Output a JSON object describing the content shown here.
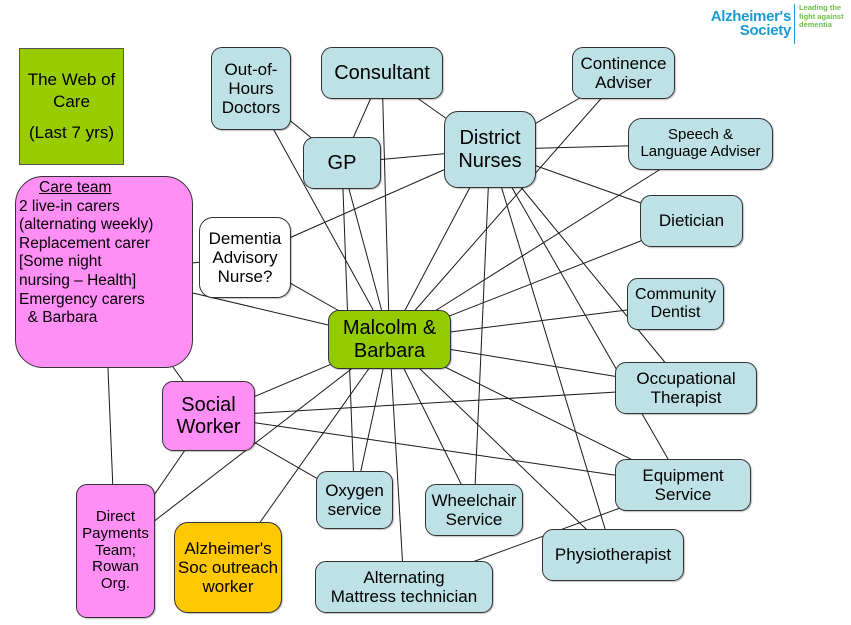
{
  "logo": {
    "name_line1": "Alzheimer's",
    "name_line2": "Society",
    "tagline": [
      "Leading the",
      "fight against",
      "dementia"
    ],
    "brand_color": "#1b9ad6",
    "tagline_color": "#6cc04a"
  },
  "title": {
    "line1": "The Web of",
    "line2": "Care",
    "line3": "(Last 7 yrs)"
  },
  "care_team": {
    "heading": "Care team",
    "lines": [
      "2 live-in carers",
      "(alternating weekly)",
      "Replacement carer",
      "[Some night",
      "nursing – Health]",
      "Emergency carers",
      "  & Barbara"
    ]
  },
  "colors": {
    "service": "#bde1e5",
    "social": "#ff8ef5",
    "center": "#92cc00",
    "alzheimers": "#ffc800",
    "unknown": "#ffffff",
    "title": "#99cc00"
  },
  "nodes": {
    "out_of_hours": [
      "Out-of-",
      "Hours",
      "Doctors"
    ],
    "consultant": [
      "Consultant"
    ],
    "continence": [
      "Continence",
      "Adviser"
    ],
    "gp": [
      "GP"
    ],
    "district_nurses": [
      "District",
      "Nurses"
    ],
    "speech": [
      "Speech &",
      "Language Adviser"
    ],
    "dietician": [
      "Dietician"
    ],
    "dementia_nurse": [
      "Dementia",
      "Advisory",
      "Nurse?"
    ],
    "center": [
      "Malcolm &",
      "Barbara"
    ],
    "dentist": [
      "Community",
      "Dentist"
    ],
    "social_worker": [
      "Social",
      "Worker"
    ],
    "ot": [
      "Occupational",
      "Therapist"
    ],
    "equipment": [
      "Equipment",
      "Service"
    ],
    "oxygen": [
      "Oxygen",
      "service"
    ],
    "wheelchair": [
      "Wheelchair",
      "Service"
    ],
    "direct_payments": [
      "Direct",
      "Payments",
      "Team;",
      "Rowan",
      "Org."
    ],
    "alz_outreach": [
      "Alzheimer's",
      "Soc outreach",
      "worker"
    ],
    "physio": [
      "Physiotherapist"
    ],
    "mattress": [
      "Alternating",
      "Mattress technician"
    ]
  },
  "connections": [
    [
      "out_of_hours",
      "gp"
    ],
    [
      "out_of_hours",
      "center"
    ],
    [
      "consultant",
      "gp"
    ],
    [
      "consultant",
      "center"
    ],
    [
      "consultant",
      "district_nurses"
    ],
    [
      "gp",
      "district_nurses"
    ],
    [
      "gp",
      "center"
    ],
    [
      "gp",
      "oxygen"
    ],
    [
      "continence",
      "district_nurses"
    ],
    [
      "continence",
      "center"
    ],
    [
      "district_nurses",
      "speech"
    ],
    [
      "district_nurses",
      "dietician"
    ],
    [
      "district_nurses",
      "dementia_nurse"
    ],
    [
      "district_nurses",
      "center"
    ],
    [
      "district_nurses",
      "wheelchair"
    ],
    [
      "district_nurses",
      "ot"
    ],
    [
      "district_nurses",
      "equipment"
    ],
    [
      "district_nurses",
      "physio"
    ],
    [
      "speech",
      "center"
    ],
    [
      "dietician",
      "center"
    ],
    [
      "dentist",
      "center"
    ],
    [
      "dementia_nurse",
      "care_team"
    ],
    [
      "dementia_nurse",
      "center"
    ],
    [
      "care_team",
      "center"
    ],
    [
      "care_team",
      "social_worker"
    ],
    [
      "care_team",
      "direct_payments"
    ],
    [
      "center",
      "social_worker"
    ],
    [
      "center",
      "oxygen"
    ],
    [
      "center",
      "wheelchair"
    ],
    [
      "center",
      "mattress"
    ],
    [
      "center",
      "ot"
    ],
    [
      "center",
      "equipment"
    ],
    [
      "center",
      "physio"
    ],
    [
      "center",
      "direct_payments"
    ],
    [
      "center",
      "alz_outreach"
    ],
    [
      "social_worker",
      "ot"
    ],
    [
      "social_worker",
      "equipment"
    ],
    [
      "social_worker",
      "direct_payments"
    ],
    [
      "social_worker",
      "oxygen"
    ],
    [
      "equipment",
      "mattress"
    ]
  ]
}
